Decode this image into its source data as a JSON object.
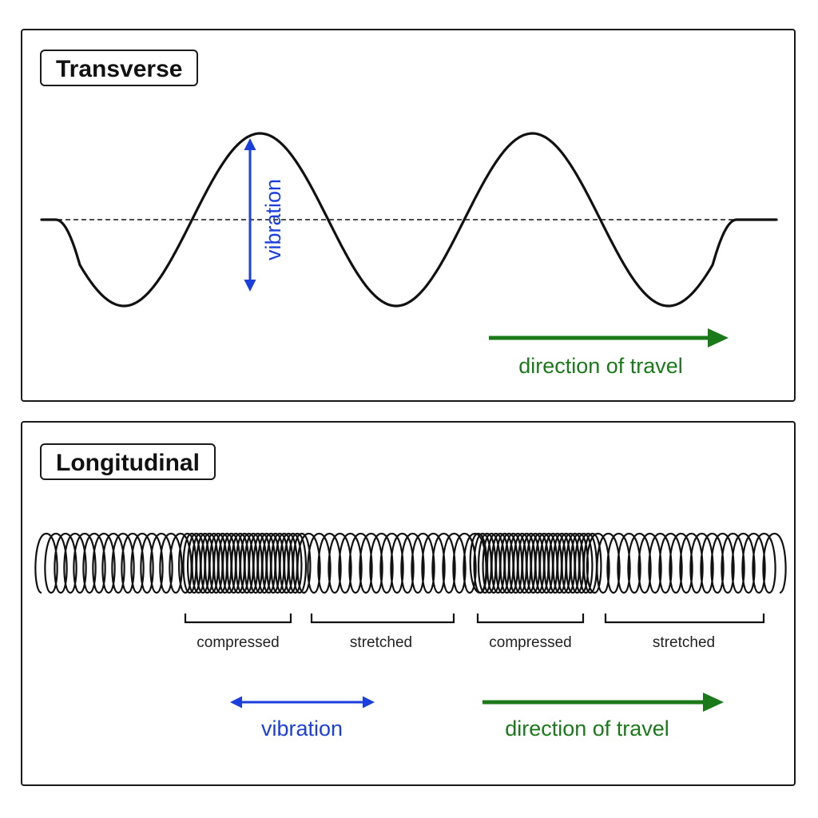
{
  "transverse": {
    "title": "Transverse",
    "vibration_label": "vibration",
    "direction_label": "direction of travel"
  },
  "longitudinal": {
    "title": "Longitudinal",
    "segments": [
      {
        "label": "compressed"
      },
      {
        "label": "stretched"
      },
      {
        "label": "compressed"
      },
      {
        "label": "stretched"
      }
    ],
    "vibration_label": "vibration",
    "direction_label": "direction of travel"
  },
  "colors": {
    "vibration": "#1a3fdc",
    "travel": "#1a7a1a",
    "line": "#111111"
  }
}
